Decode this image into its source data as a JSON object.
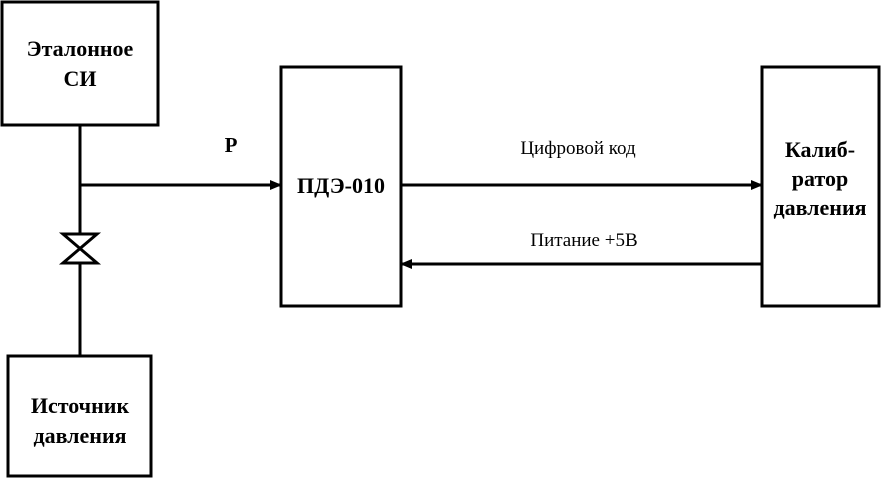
{
  "diagram": {
    "blocks": {
      "reference": {
        "line1": "Эталонное",
        "line2": "СИ"
      },
      "source": {
        "line1": "Источник",
        "line2": "давления"
      },
      "pde": {
        "label": "ПДЭ-010"
      },
      "calibrator": {
        "line1": "Калиб-",
        "line2": "ратор",
        "line3": "давления"
      }
    },
    "signals": {
      "pressure": "P",
      "digital_code": "Цифровой код",
      "power": "Питание +5В"
    }
  },
  "colors": {
    "stroke": "#000000",
    "background": "#ffffff"
  }
}
